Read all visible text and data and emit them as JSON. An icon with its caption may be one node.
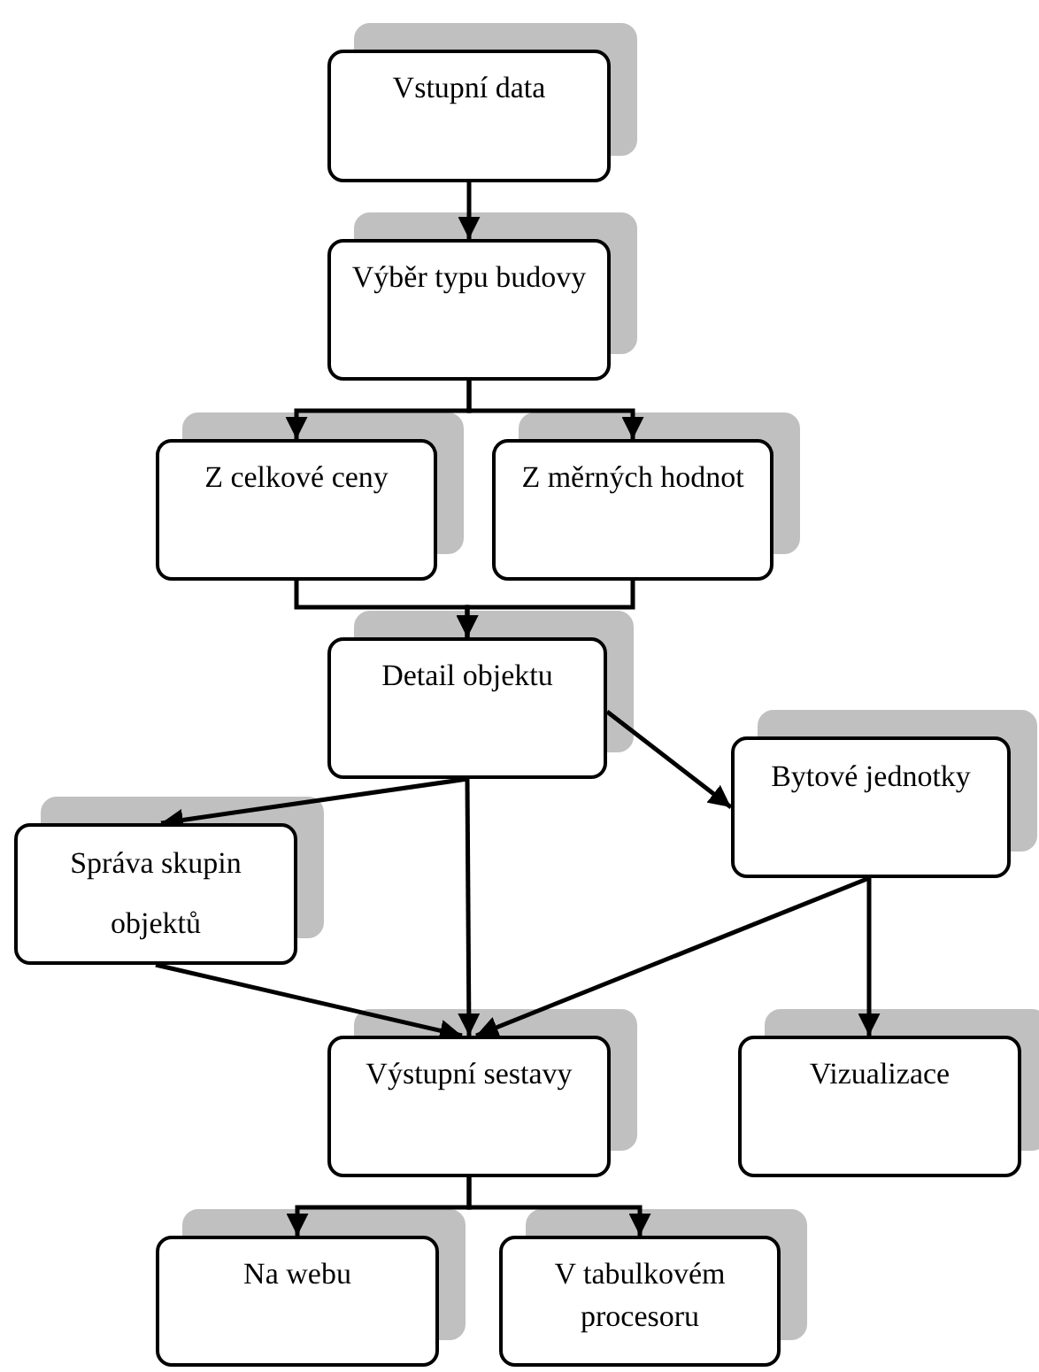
{
  "diagram": {
    "nodes": [
      {
        "text": [
          "Vstupní data"
        ]
      },
      {
        "text": [
          "Výběr typu budovy"
        ]
      },
      {
        "text": [
          "Z celkové ceny"
        ]
      },
      {
        "text": [
          "Z měrných hodnot"
        ]
      },
      {
        "text": [
          "Detail objektu"
        ]
      },
      {
        "text": [
          "Bytové jednotky"
        ]
      },
      {
        "text": [
          "Správa skupin objektů"
        ]
      },
      {
        "text": [
          "Výstupní sestavy"
        ]
      },
      {
        "text": [
          "Vizualizace"
        ]
      },
      {
        "text": [
          "Na webu"
        ]
      },
      {
        "text": [
          "V tabulkovém procesoru"
        ]
      }
    ],
    "edges": [
      {
        "from": 0,
        "to": 1,
        "arrow": "to"
      },
      {
        "from": 1,
        "to": 2,
        "arrow": "to"
      },
      {
        "from": 1,
        "to": 3,
        "arrow": "to"
      },
      {
        "from": 2,
        "to": 4,
        "arrow": "to"
      },
      {
        "from": 3,
        "to": 4,
        "arrow": "to"
      },
      {
        "from": 4,
        "to": 6,
        "arrow": "to"
      },
      {
        "from": 4,
        "to": 7,
        "arrow": "to"
      },
      {
        "from": 4,
        "to": 5,
        "arrow": "to"
      },
      {
        "from": 6,
        "to": 7,
        "arrow": "to"
      },
      {
        "from": 5,
        "to": 7,
        "arrow": "to"
      },
      {
        "from": 5,
        "to": 8,
        "arrow": "to"
      },
      {
        "from": 7,
        "to": 9,
        "arrow": "to"
      },
      {
        "from": 7,
        "to": 10,
        "arrow": "to"
      }
    ]
  }
}
